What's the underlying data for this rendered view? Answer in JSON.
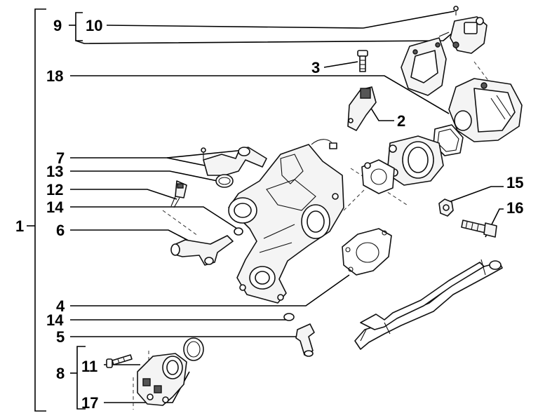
{
  "callouts": {
    "c1": "1",
    "c2": "2",
    "c3": "3",
    "c4": "4",
    "c5": "5",
    "c6": "6",
    "c7": "7",
    "c8": "8",
    "c9": "9",
    "c10": "10",
    "c11": "11",
    "c12": "12",
    "c13": "13",
    "c14a": "14",
    "c14b": "14",
    "c15": "15",
    "c16": "16",
    "c17": "17",
    "c18": "18"
  }
}
